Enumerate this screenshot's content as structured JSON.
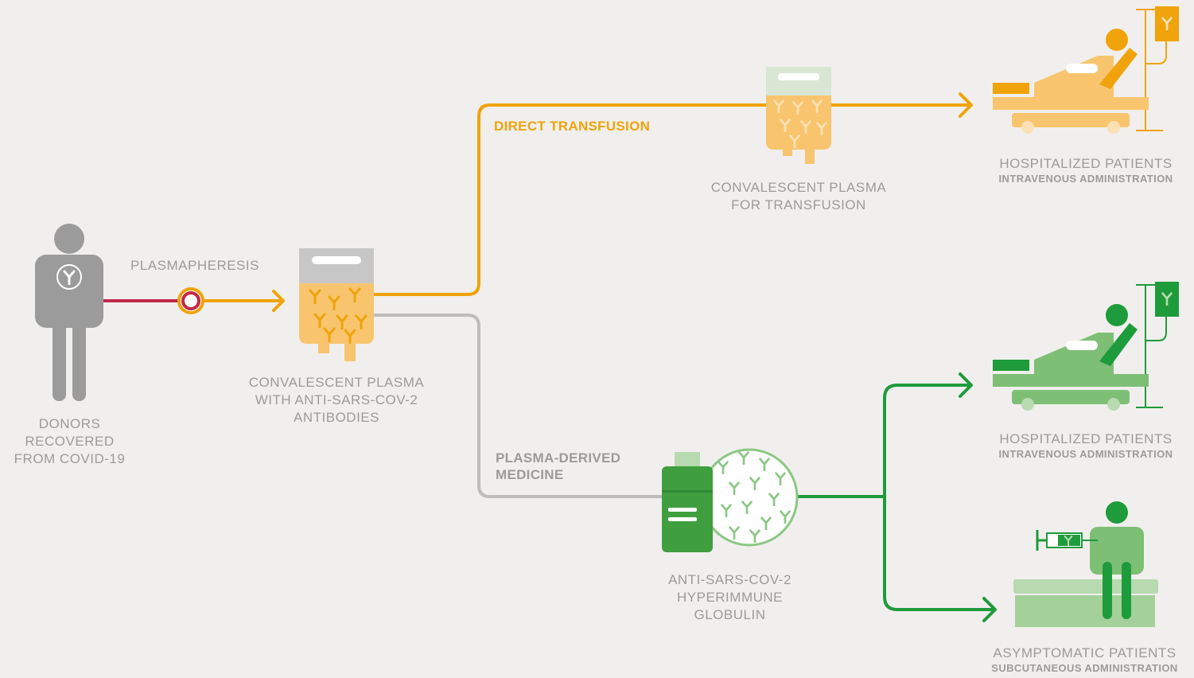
{
  "colors": {
    "background": "#f1efed",
    "gray": "#9b9b9b",
    "orange": "#f0a30a",
    "orange_light": "#f8c56e",
    "green": "#1e9b3a",
    "green_light": "#7dbf75",
    "crimson": "#c2274a"
  },
  "donor": {
    "label": [
      "DONORS",
      "RECOVERED",
      "FROM COVID-19"
    ],
    "icon": "person-icon"
  },
  "plasmapheresis": {
    "label": "PLASMAPHERESIS"
  },
  "plasma_bag": {
    "label": [
      "CONVALESCENT PLASMA",
      "WITH ANTI-SARS-COV-2",
      "ANTIBODIES"
    ],
    "icon": "plasma-bag-icon"
  },
  "routes": {
    "direct": "DIRECT TRANSFUSION",
    "derived": [
      "PLASMA-DERIVED",
      "MEDICINE"
    ]
  },
  "transfusion_bag": {
    "label": [
      "CONVALESCENT PLASMA",
      "FOR TRANSFUSION"
    ],
    "icon": "plasma-bag-icon"
  },
  "globulin": {
    "label": [
      "ANTI-SARS-COV-2",
      "HYPERIMMUNE",
      "GLOBULIN"
    ],
    "icon": "vial-icon"
  },
  "outcomes": [
    {
      "title": "HOSPITALIZED PATIENTS",
      "sub": "INTRAVENOUS ADMINISTRATION",
      "icon": "hospital-bed-icon"
    },
    {
      "title": "HOSPITALIZED PATIENTS",
      "sub": "INTRAVENOUS ADMINISTRATION",
      "icon": "hospital-bed-icon"
    },
    {
      "title": "ASYMPTOMATIC PATIENTS",
      "sub": "SUBCUTANEOUS ADMINISTRATION",
      "icon": "syringe-icon"
    }
  ]
}
